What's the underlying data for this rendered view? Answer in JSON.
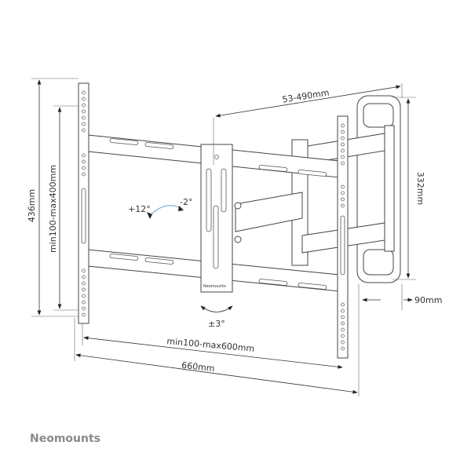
{
  "dimensions": {
    "overall_height": "436mm",
    "vesa_vertical": "min100-max400mm",
    "extension": "53-490mm",
    "wall_plate_height": "332mm",
    "wall_depth": "90mm",
    "vesa_horizontal": "min100-max600mm",
    "overall_width": "660mm"
  },
  "angles": {
    "tilt_up": "+12°",
    "tilt_down": "-2°",
    "rotation": "±3°"
  },
  "plate_label": "Neomounts",
  "brand": "Neomounts",
  "colors": {
    "tilt_arc": "#7fb3d5",
    "line": "#333333"
  }
}
